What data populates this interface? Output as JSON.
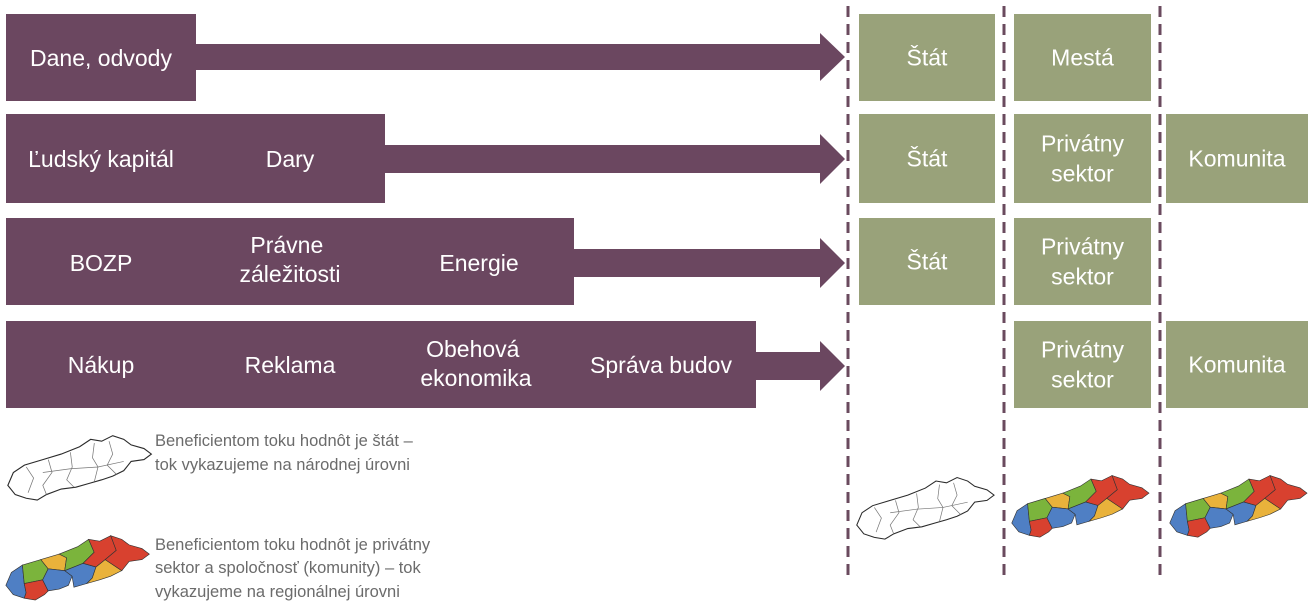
{
  "rows": [
    {
      "categories": [
        "Dane, odvody"
      ],
      "beneficiaries": [
        "Štát",
        "Mestá",
        ""
      ]
    },
    {
      "categories": [
        "Ľudský kapitál",
        "Dary"
      ],
      "beneficiaries": [
        "Štát",
        "Privátny sektor",
        "Komunita"
      ]
    },
    {
      "categories": [
        "BOZP",
        "Právne záležitosti",
        "Energie"
      ],
      "beneficiaries": [
        "Štát",
        "Privátny sektor",
        ""
      ]
    },
    {
      "categories": [
        "Nákup",
        "Reklama",
        "Obehová ekonomika",
        "Správa budov"
      ],
      "beneficiaries": [
        "",
        "Privátny sektor",
        "Komunita"
      ]
    }
  ],
  "legend": {
    "national": [
      "Beneficientom toku hodnôt je štát –",
      "tok vykazujeme na národnej úrovni"
    ],
    "regional": [
      "Beneficientom toku hodnôt je privátny",
      "sektor a spoločnosť (komunity) – tok",
      "vykazujeme na regionálnej úrovni"
    ]
  },
  "colors": {
    "flow": "#6b4760",
    "beneficiary": "#99a27a",
    "divider": "#6a4a5e",
    "legend_text": "#6b6b6b",
    "region_colors": [
      "#4f7fc4",
      "#7bb43c",
      "#e9b23b",
      "#d8412f"
    ]
  },
  "icons": {
    "national_map": "slovakia-outline-map-icon",
    "regional_map": "slovakia-regions-map-icon"
  }
}
